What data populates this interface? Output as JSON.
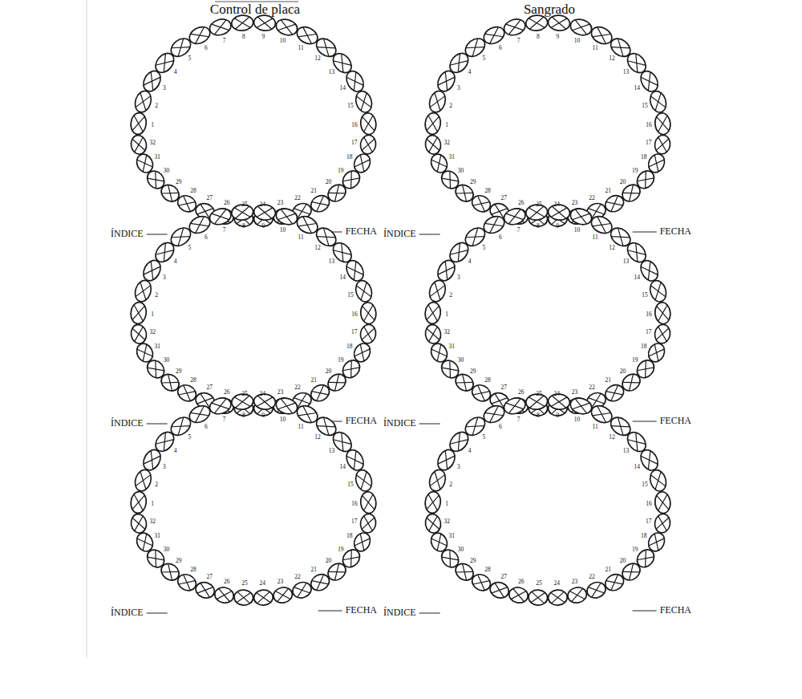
{
  "diagram": {
    "labels": [
      "Control de placa",
      "Sangrado",
      "1",
      "2",
      "3",
      "4",
      "5",
      "6",
      "7",
      "8",
      "9",
      "10",
      "11",
      "12",
      "13",
      "14",
      "15",
      "16",
      "32",
      "31",
      "30",
      "29",
      "28",
      "27",
      "26",
      "25",
      "24",
      "23",
      "22",
      "21",
      "20",
      "19",
      "18",
      "17",
      "ÍNDICE",
      "FECHA",
      "1",
      "2",
      "3",
      "4",
      "5",
      "6",
      "7",
      "8",
      "9",
      "10",
      "11",
      "12",
      "13",
      "14",
      "15",
      "16",
      "32",
      "31",
      "30",
      "29",
      "28",
      "27",
      "26",
      "25",
      "24",
      "23",
      "22",
      "21",
      "20",
      "19",
      "18",
      "17",
      "ÍNDICE",
      "FECHA",
      "1",
      "2",
      "3",
      "4",
      "5",
      "6",
      "7",
      "8",
      "9",
      "10",
      "11",
      "12",
      "13",
      "14",
      "15",
      "16",
      "32",
      "31",
      "30",
      "29",
      "28",
      "27",
      "26",
      "25",
      "24",
      "23",
      "22",
      "21",
      "20",
      "19",
      "18",
      "17",
      "ÍNDICE",
      "FECHA",
      "1",
      "2",
      "3",
      "4",
      "5",
      "6",
      "7",
      "8",
      "9",
      "10",
      "11",
      "12",
      "13",
      "14",
      "15",
      "16",
      "32",
      "31",
      "30",
      "29",
      "28",
      "27",
      "26",
      "25",
      "24",
      "23",
      "22",
      "21",
      "20",
      "19",
      "18",
      "17",
      "ÍNDICE",
      "FECHA",
      "1",
      "2",
      "3",
      "4",
      "5",
      "6",
      "7",
      "8",
      "9",
      "10",
      "11",
      "12",
      "13",
      "14",
      "15",
      "16",
      "32",
      "31",
      "30",
      "29",
      "28",
      "27",
      "26",
      "25",
      "24",
      "23",
      "22",
      "21",
      "20",
      "19",
      "18",
      "17",
      "ÍNDICE",
      "FECHA",
      "1",
      "2",
      "3",
      "4",
      "5",
      "6",
      "7",
      "8",
      "9",
      "10",
      "11",
      "12",
      "13",
      "14",
      "15",
      "16",
      "32",
      "31",
      "30",
      "29",
      "28",
      "27",
      "26",
      "25",
      "24",
      "23",
      "22",
      "21",
      "20",
      "19",
      "18",
      "17",
      "ÍNDICE",
      "FECHA"
    ]
  }
}
